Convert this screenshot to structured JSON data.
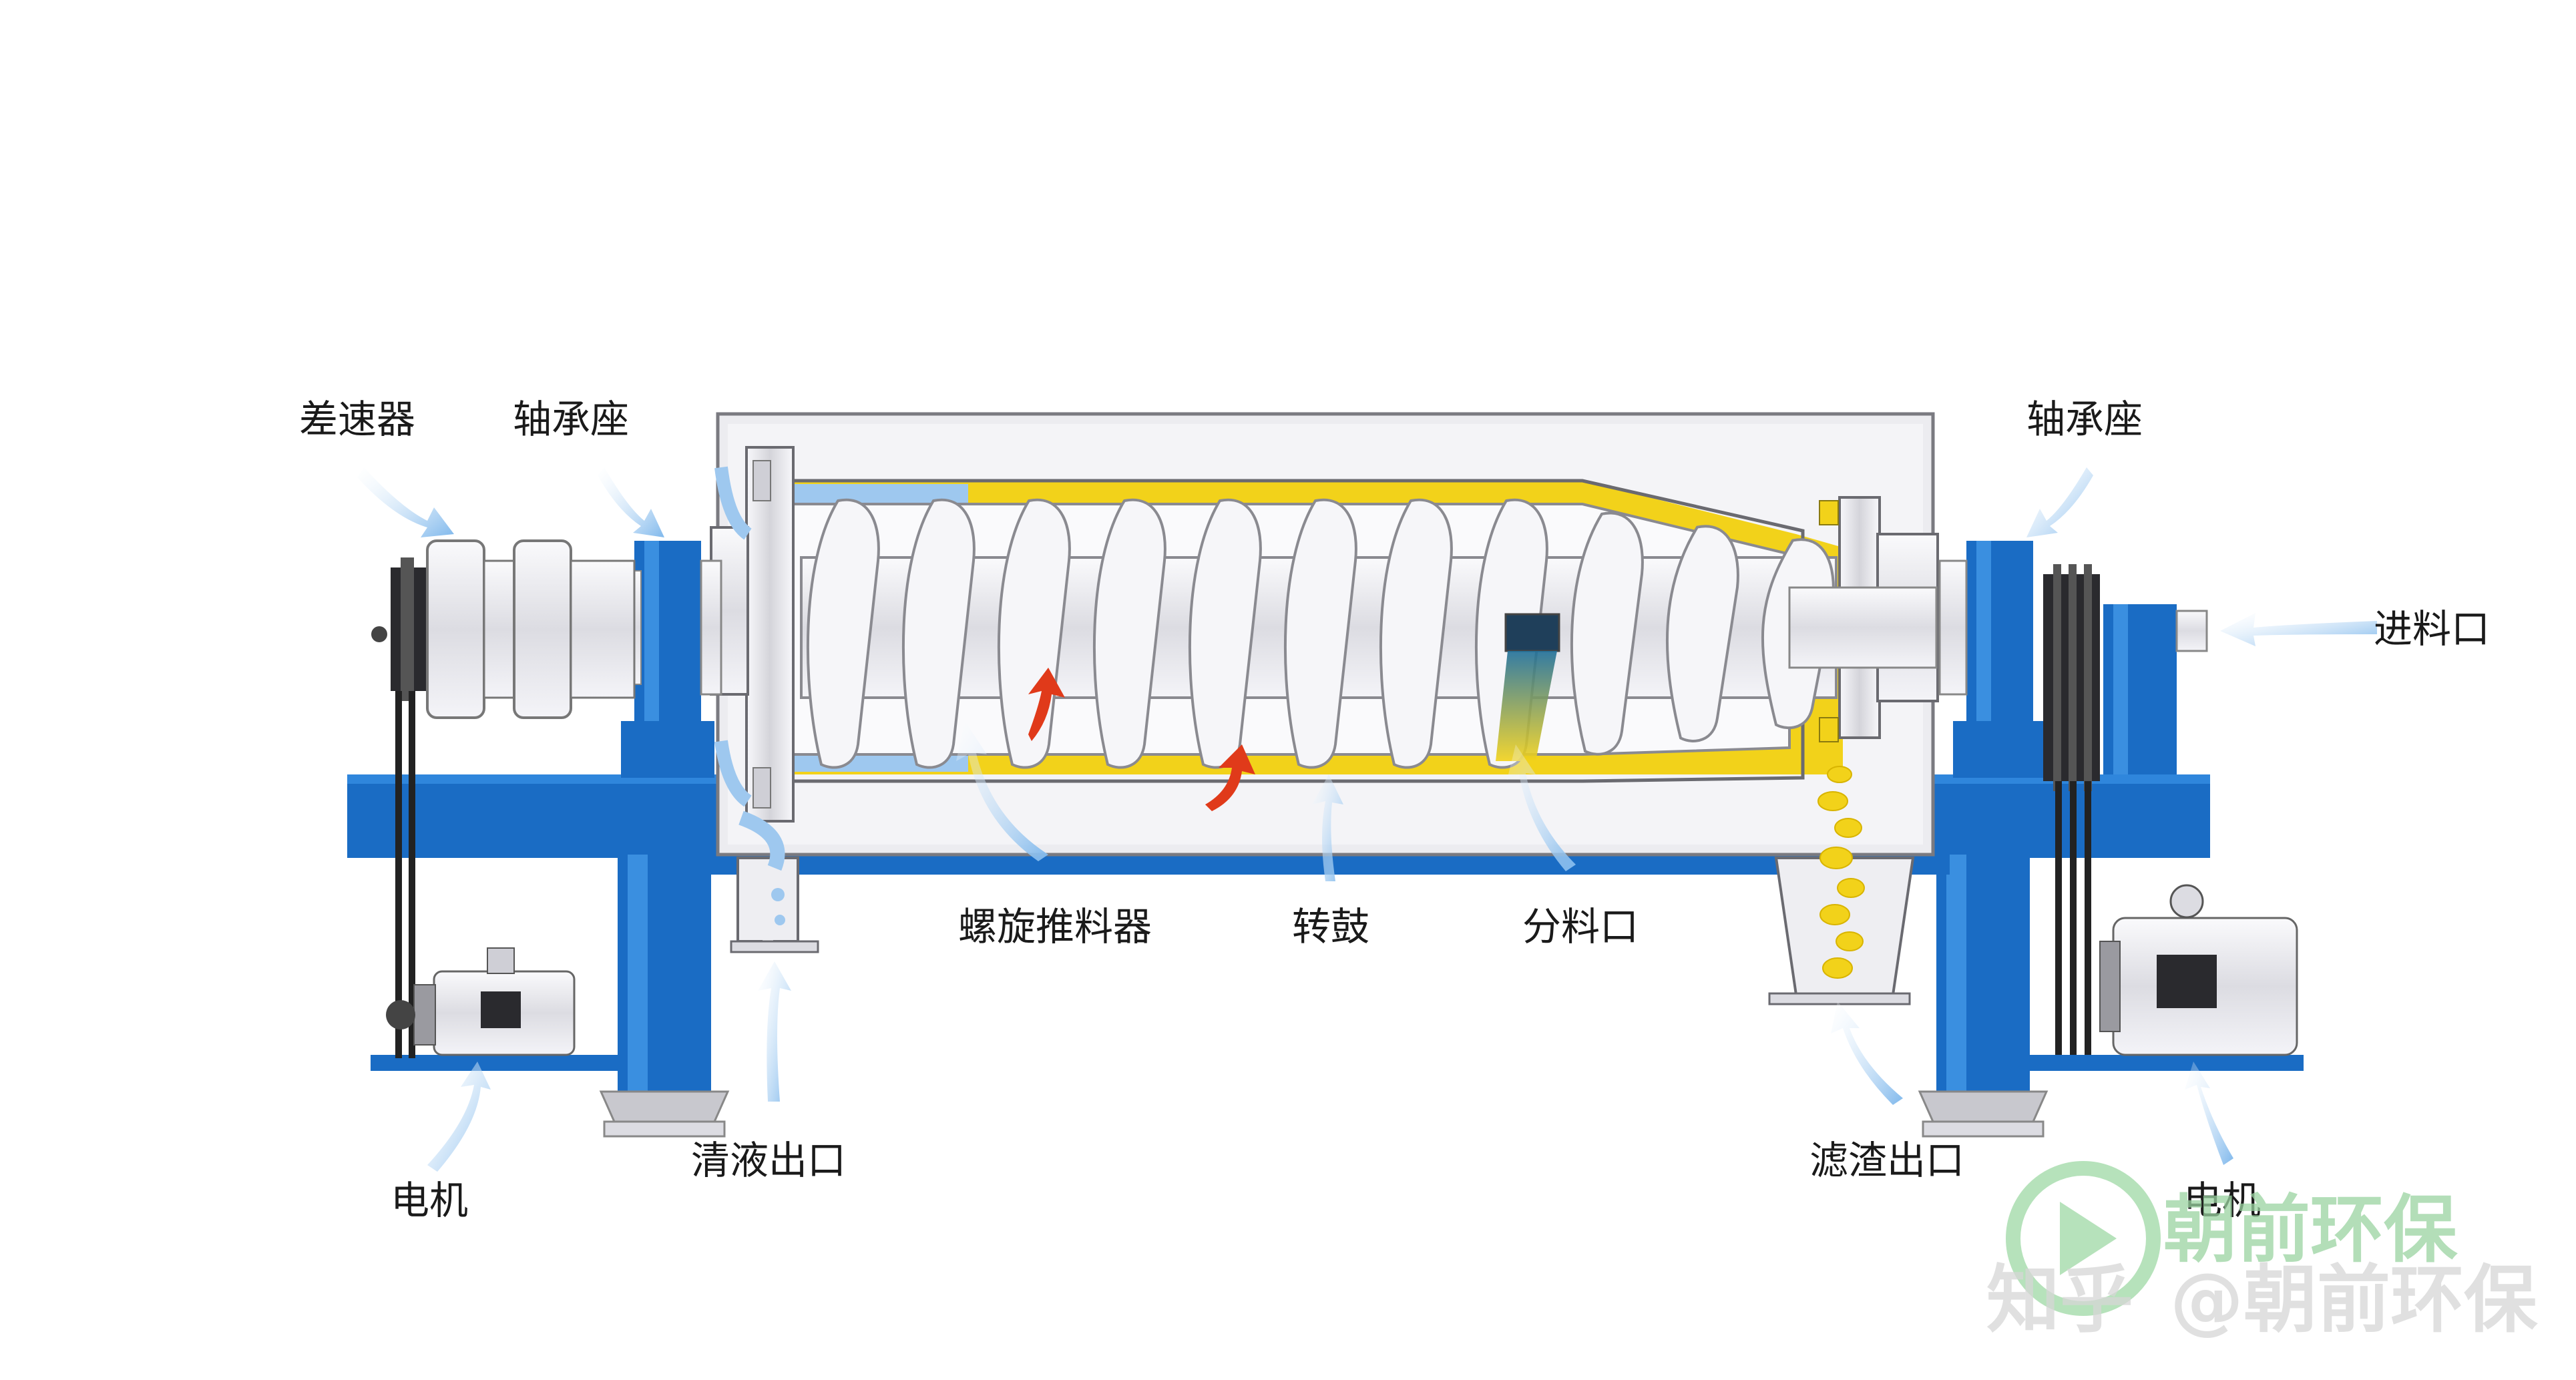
{
  "labels": {
    "differential": "差速器",
    "bearing_left": "轴承座",
    "bearing_right": "轴承座",
    "feed_inlet": "进料口",
    "screw_conveyor": "螺旋推料器",
    "drum": "转鼓",
    "distributor": "分料口",
    "clear_liquid_outlet": "清液出口",
    "residue_outlet": "滤渣出口",
    "motor_left": "电机",
    "motor_right": "电机"
  },
  "watermark": {
    "brand": "朝前环保",
    "site": "知乎",
    "handle": "@朝前环保"
  },
  "colors": {
    "frame_blue": "#1a6cc4",
    "slurry_yellow": "#f2d21a",
    "liquid_blue": "#9ec8ef",
    "arrow_blue": "#8fc3f0",
    "flow_red": "#e03a1a",
    "metal_gray": "#e8e8ec",
    "watermark_green": "#9ad3a0"
  },
  "icons": [
    "flow-arrow-icon",
    "motor-icon",
    "pulley-icon"
  ]
}
